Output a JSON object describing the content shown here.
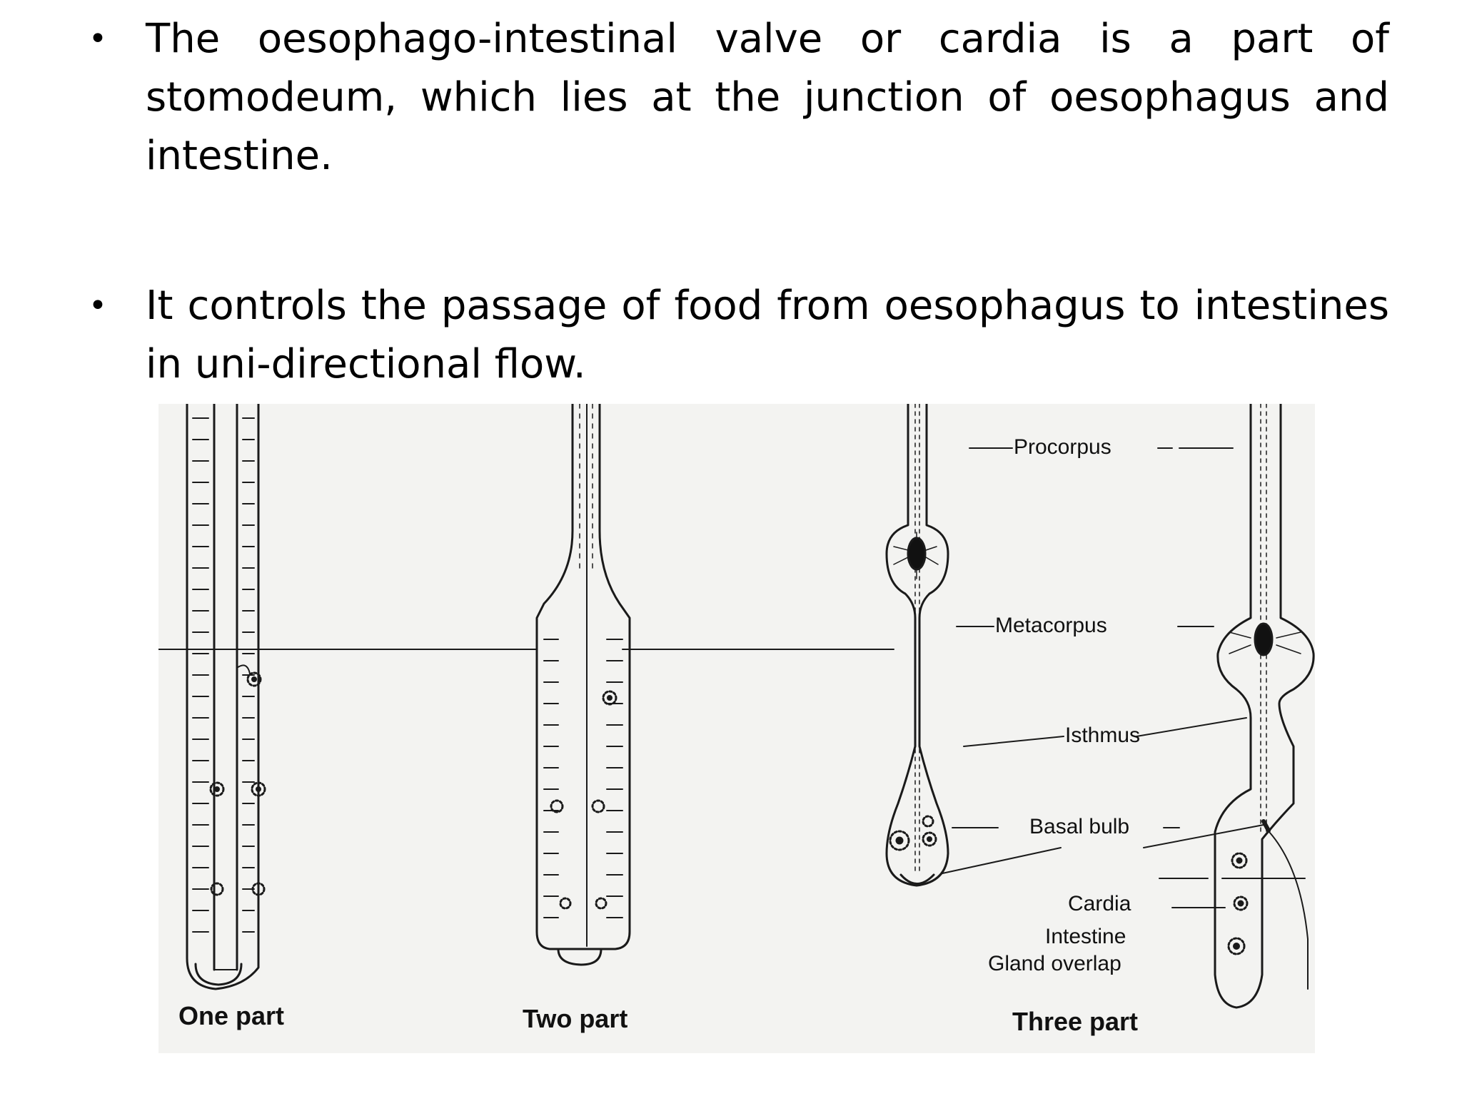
{
  "bullets": [
    {
      "text": "The oesophago-intestinal valve or cardia is a part of stomodeum, which lies at the junction of oesophagus and intestine."
    },
    {
      "text": "It controls the passage of food from oesophagus to intestines in uni-directional flow."
    }
  ],
  "bullet_symbol": "•",
  "figure": {
    "captions": {
      "one_part": "One part",
      "two_part": "Two part",
      "three_part": "Three part"
    },
    "labels": {
      "procorpus": "Procorpus",
      "metacorpus": "Metacorpus",
      "isthmus": "Isthmus",
      "basal_bulb": "Basal bulb",
      "cardia": "Cardia",
      "intestine": "Intestine",
      "gland_overlap": "Gland overlap"
    }
  },
  "colors": {
    "text": "#000000",
    "figure_background": "#f3f3f1",
    "ink": "#1a1a1a"
  }
}
